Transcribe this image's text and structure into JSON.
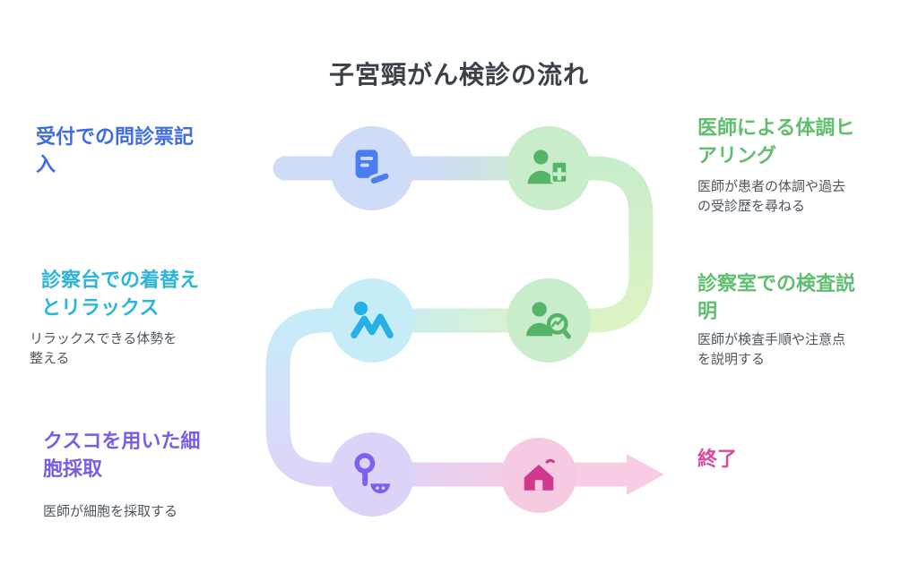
{
  "title": "子宮頸がん検診の流れ",
  "steps": {
    "reception": {
      "label": "受付での問診票記\n入",
      "icon": "form-pen-icon",
      "accent": "#3f6ce0",
      "node_color": "#cfdcf8"
    },
    "hearing": {
      "label": "医師による体調ヒ\nアリング",
      "desc": "医師が患者の体調や過去\nの受診歴を尋ねる",
      "icon": "doctor-clipboard-icon",
      "accent": "#5fbf6e",
      "node_color": "#c9edca"
    },
    "explanation": {
      "label": "診察室での検査説\n明",
      "desc": "医師が検査手順や注意点\nを説明する",
      "icon": "doctor-magnifier-icon",
      "accent": "#5fbf6e",
      "node_color": "#c9edca"
    },
    "relax": {
      "label": "診察台での着替え\nとリラックス",
      "desc": "リラックスできる体勢を\n整える",
      "icon": "relaxing-person-icon",
      "accent": "#2ab5d9",
      "node_color": "#c6ecf8"
    },
    "sampling": {
      "label": "クスコを用いた細\n胞採取",
      "desc": "医師が細胞を採取する",
      "icon": "speculum-icon",
      "accent": "#7a5ce8",
      "node_color": "#ddd3f9"
    },
    "end": {
      "label": "終了",
      "icon": "house-icon",
      "accent": "#da4a9d",
      "node_color": "#f6cbe2"
    }
  }
}
